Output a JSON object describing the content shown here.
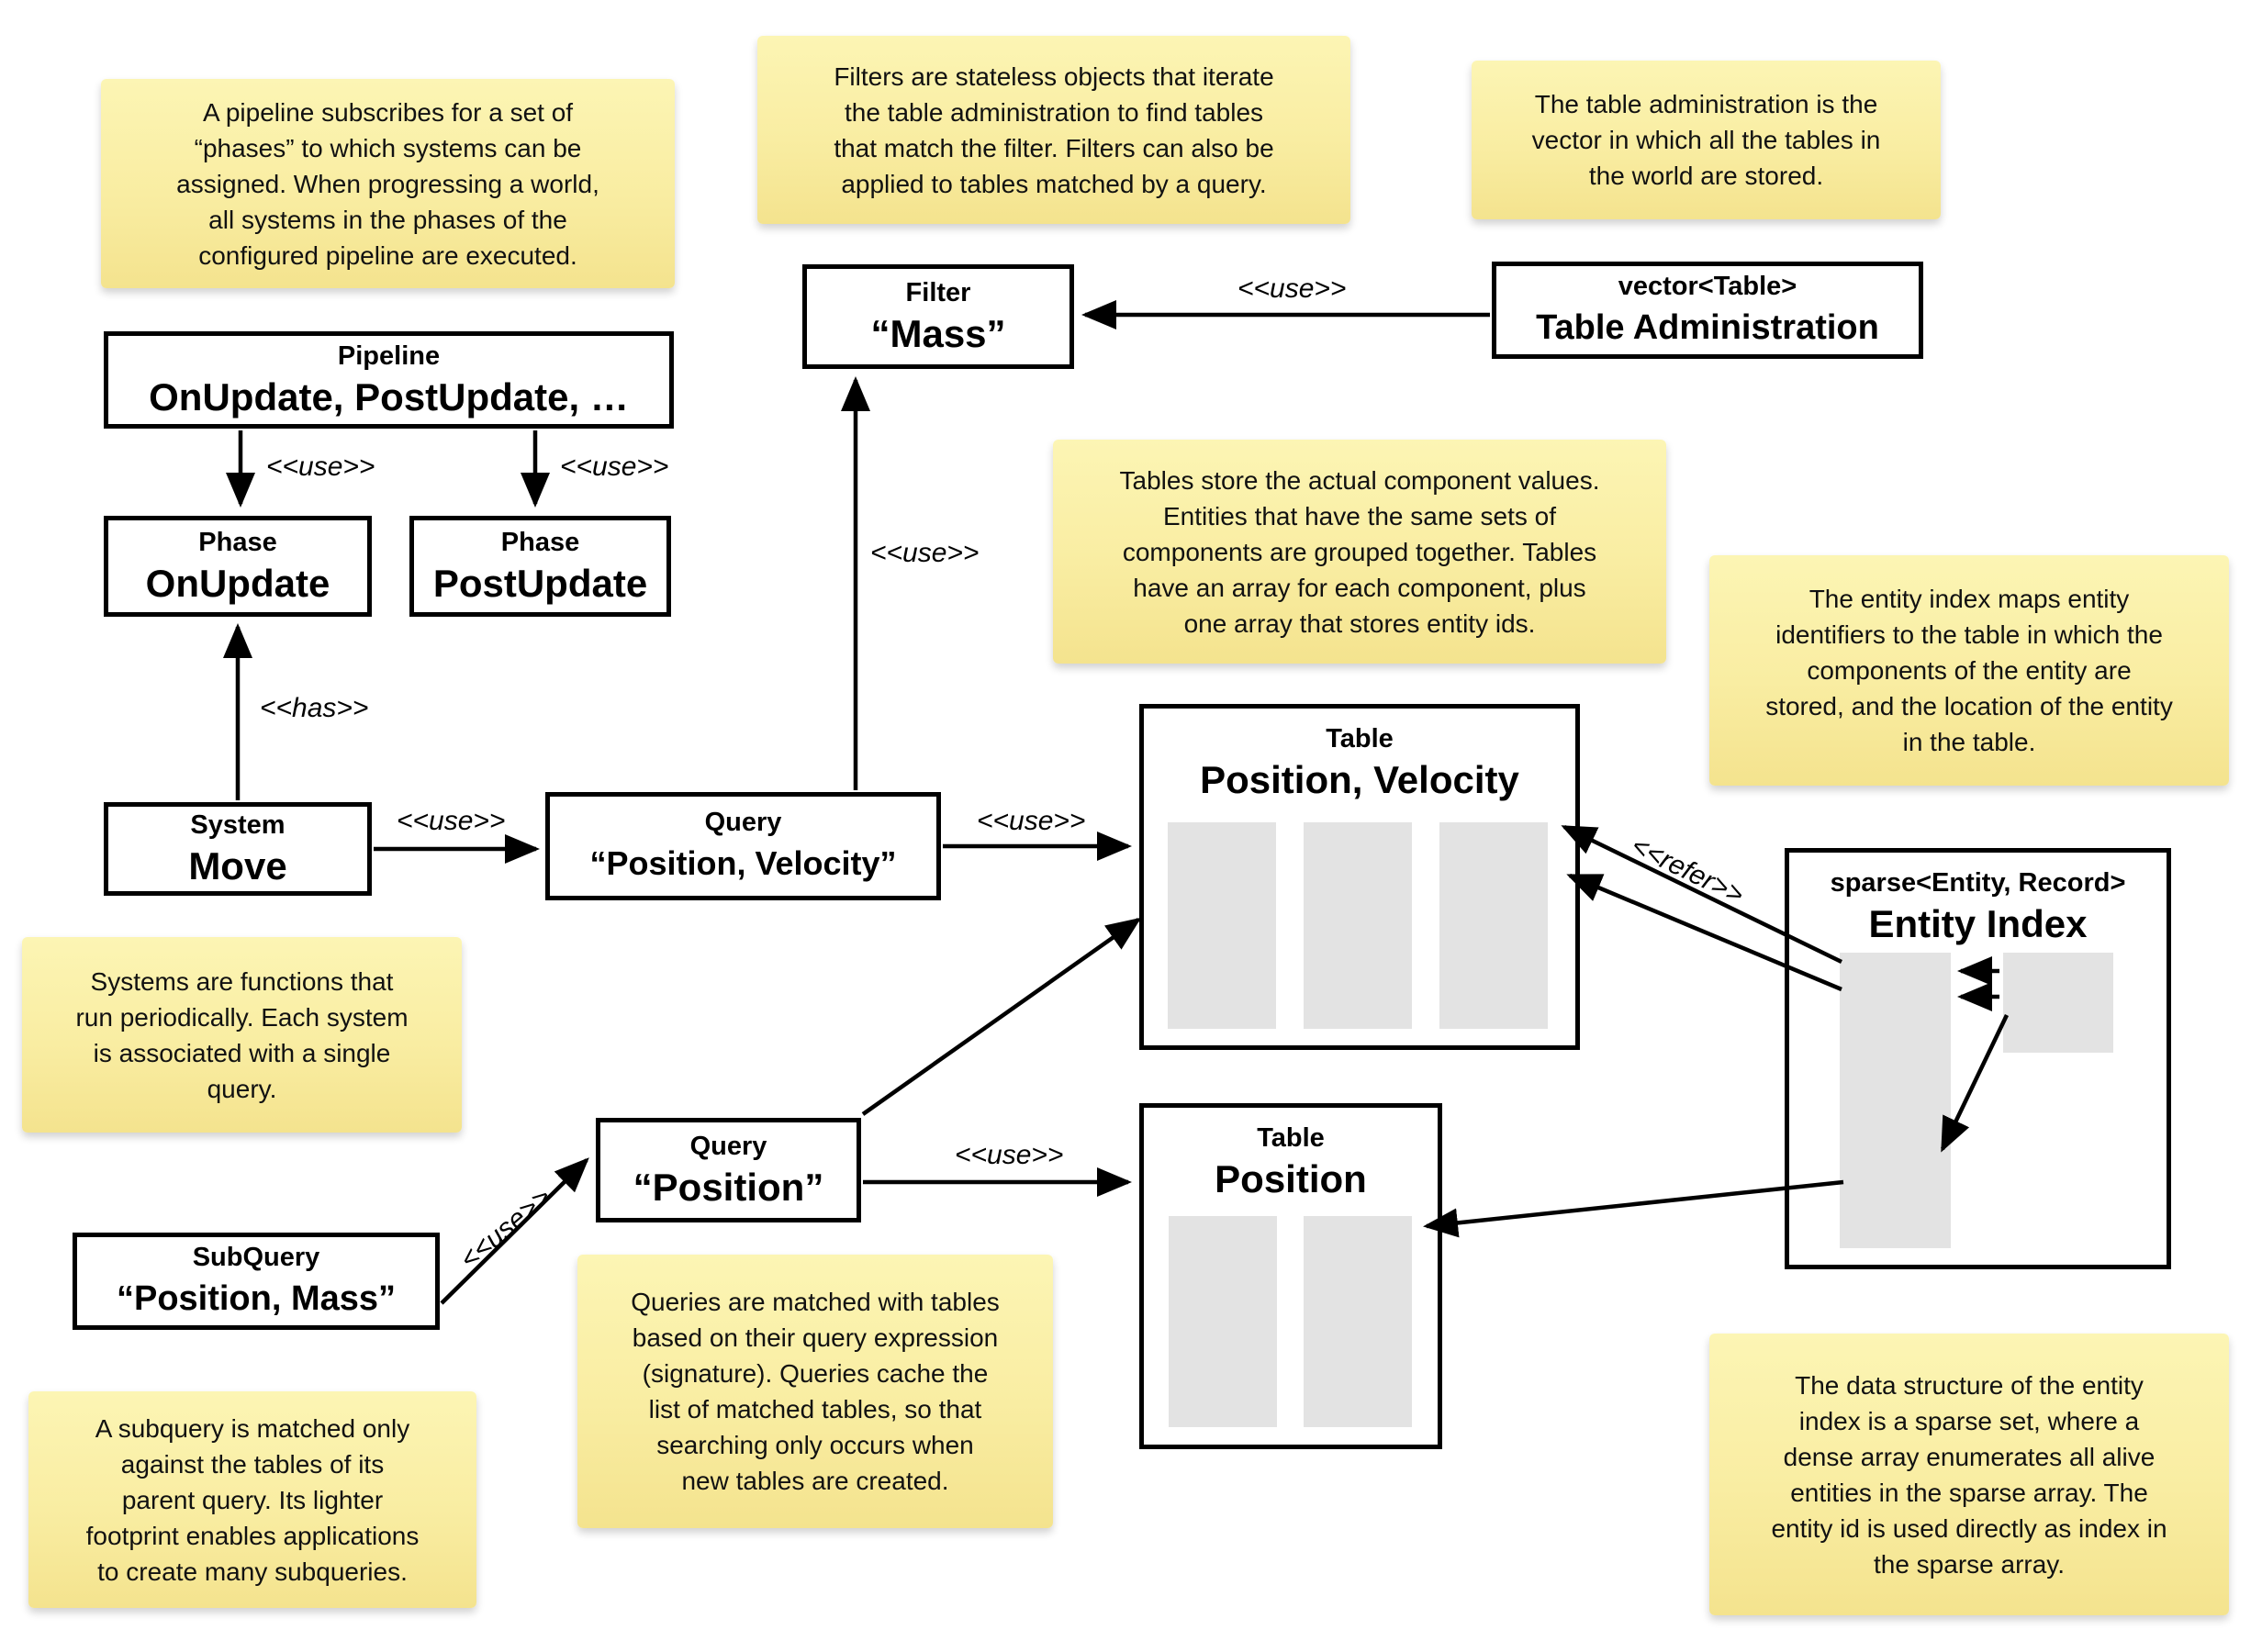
{
  "notes": {
    "pipeline": "A pipeline subscribes for a set of\n“phases” to which systems can be\nassigned. When progressing a world,\nall systems in the phases of the\nconfigured pipeline are executed.",
    "filters": "Filters are stateless objects that iterate\nthe table administration to find tables\nthat match the filter. Filters can also be\napplied to tables matched by a query.",
    "table_admin": "The table administration is the\nvector in which all the tables in\nthe world are stored.",
    "tables": "Tables store the actual component values.\nEntities that have the same sets of\ncomponents are grouped together. Tables\nhave an array for each component, plus\none array that stores entity ids.",
    "entity_index": "The entity index maps entity\nidentifiers to the table in which the\ncomponents of the entity are\nstored, and the location of the entity\nin the table.",
    "systems": "Systems are functions that\nrun periodically. Each system\nis associated with a single\nquery.",
    "queries": "Queries are matched with tables\nbased on their query expression\n(signature). Queries cache the\nlist of matched tables, so that\nsearching only occurs when\nnew tables are created.",
    "subquery": "A subquery is matched only\nagainst the tables of its\nparent query. Its lighter\nfootprint enables applications\nto create many subqueries.",
    "sparse_set": "The data structure of the entity\nindex is a sparse set, where a\ndense array enumerates all alive\nentities in the sparse array. The\nentity id is used directly as index in\nthe sparse array."
  },
  "nodes": {
    "pipeline": {
      "stereotype": "Pipeline",
      "name": "OnUpdate, PostUpdate, …"
    },
    "phase_on": {
      "stereotype": "Phase",
      "name": "OnUpdate"
    },
    "phase_post": {
      "stereotype": "Phase",
      "name": "PostUpdate"
    },
    "system_move": {
      "stereotype": "System",
      "name": "Move"
    },
    "query_pv": {
      "stereotype": "Query",
      "name": "“Position, Velocity”"
    },
    "filter_mass": {
      "stereotype": "Filter",
      "name": "“Mass”"
    },
    "table_admin": {
      "stereotype": "vector<Table>",
      "name": "Table Administration"
    },
    "table_pv": {
      "stereotype": "Table",
      "name": "Position, Velocity"
    },
    "table_p": {
      "stereotype": "Table",
      "name": "Position"
    },
    "entity_index": {
      "stereotype": "sparse<Entity, Record>",
      "name": "Entity Index"
    },
    "query_p": {
      "stereotype": "Query",
      "name": "“Position”"
    },
    "subquery": {
      "stereotype": "SubQuery",
      "name": "“Position, Mass”"
    }
  },
  "edge_labels": {
    "use": "<<use>>",
    "has": "<<has>>",
    "refer": "<<refer>>"
  },
  "colors": {
    "note_background_top": "#fcf5b4",
    "note_background_bottom": "#f4e38e",
    "node_border": "#000000",
    "array_fill": "#e3e3e3",
    "line": "#000000"
  }
}
